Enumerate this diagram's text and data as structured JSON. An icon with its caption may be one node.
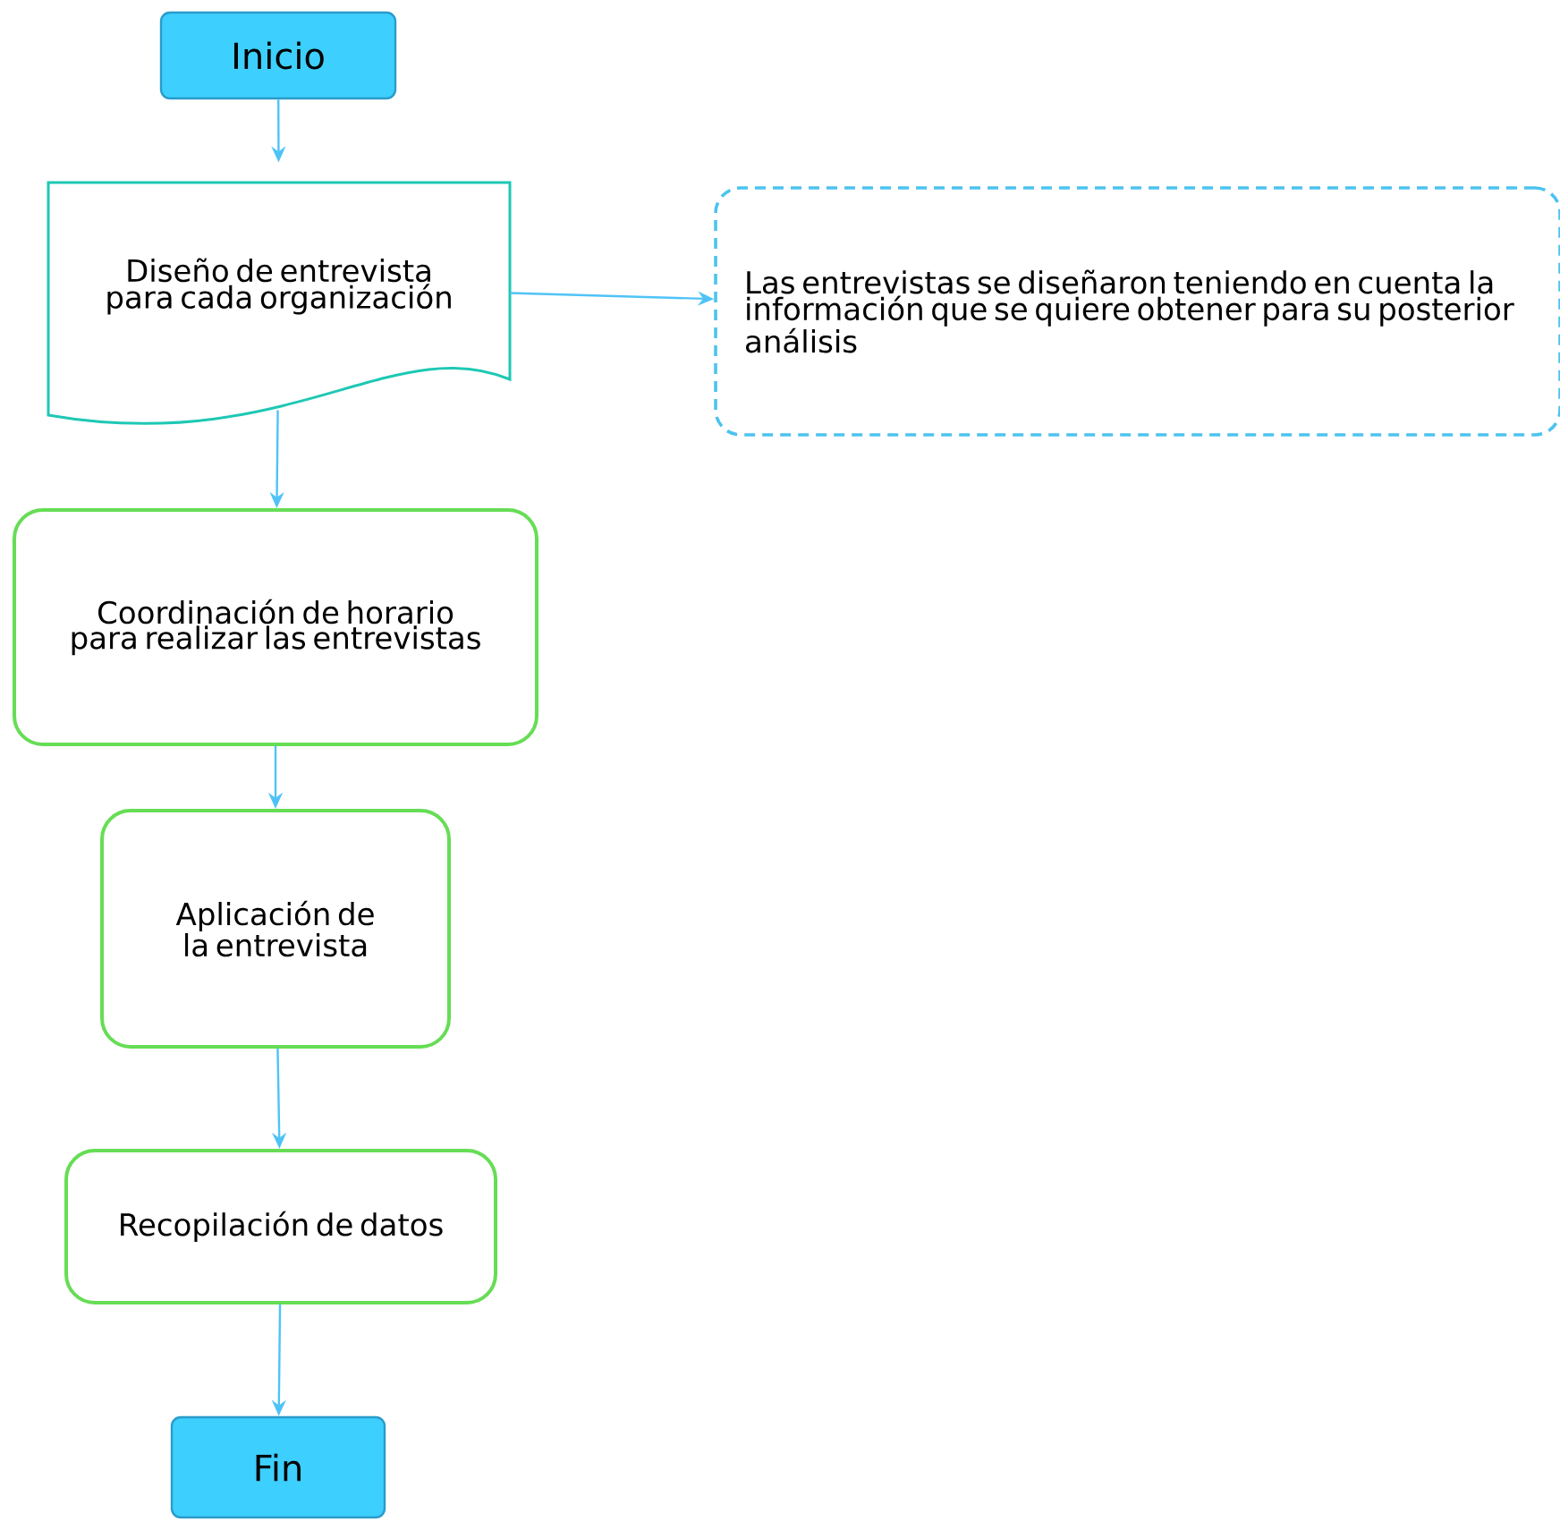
{
  "diagram": {
    "nodes": [
      {
        "text": [
          "Inicio"
        ]
      },
      {
        "text": [
          "Diseño de entrevista para cada organización"
        ]
      },
      {
        "text": [
          "Las entrevistas se diseñaron teniendo en cuenta la información que se quiere obtener para su posterior análisis"
        ]
      },
      {
        "text": [
          "Coordinación de horario para realizar las entrevistas"
        ]
      },
      {
        "text": [
          "Aplicación de la entrevista"
        ]
      },
      {
        "text": [
          "Recopilación de datos"
        ]
      },
      {
        "text": [
          "Fin"
        ]
      }
    ],
    "edges": [
      {
        "from": 0,
        "to": 1,
        "arrow": "to"
      },
      {
        "from": 1,
        "to": 2,
        "arrow": "to"
      },
      {
        "from": 1,
        "to": 3,
        "arrow": "to"
      },
      {
        "from": 3,
        "to": 4,
        "arrow": "to"
      },
      {
        "from": 4,
        "to": 5,
        "arrow": "to"
      },
      {
        "from": 5,
        "to": 6,
        "arrow": "to"
      }
    ]
  }
}
